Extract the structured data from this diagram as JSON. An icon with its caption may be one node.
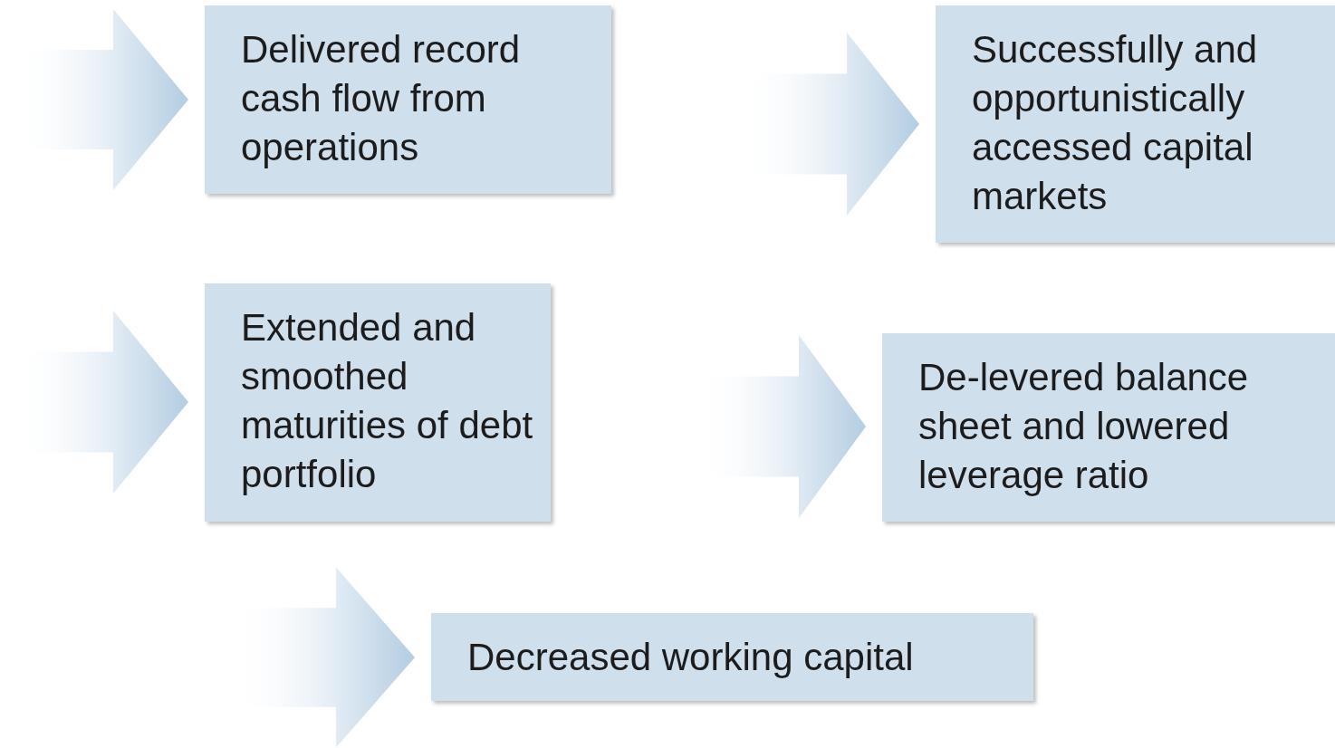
{
  "diagram": {
    "nodes": [
      {
        "text": [
          "Delivered record cash flow from operations"
        ]
      },
      {
        "text": [
          "Successfully and opportunistically accessed capital markets"
        ]
      },
      {
        "text": [
          "Extended and smoothed maturities of debt portfolio"
        ]
      },
      {
        "text": [
          "De-levered balance sheet and lowered leverage ratio"
        ]
      },
      {
        "text": [
          "Decreased working capital"
        ]
      }
    ],
    "edges": [
      {
        "from": null,
        "to": 0,
        "arrow": "to"
      },
      {
        "from": null,
        "to": 1,
        "arrow": "to"
      },
      {
        "from": null,
        "to": 2,
        "arrow": "to"
      },
      {
        "from": null,
        "to": 3,
        "arrow": "to"
      },
      {
        "from": null,
        "to": 4,
        "arrow": "to"
      }
    ]
  }
}
